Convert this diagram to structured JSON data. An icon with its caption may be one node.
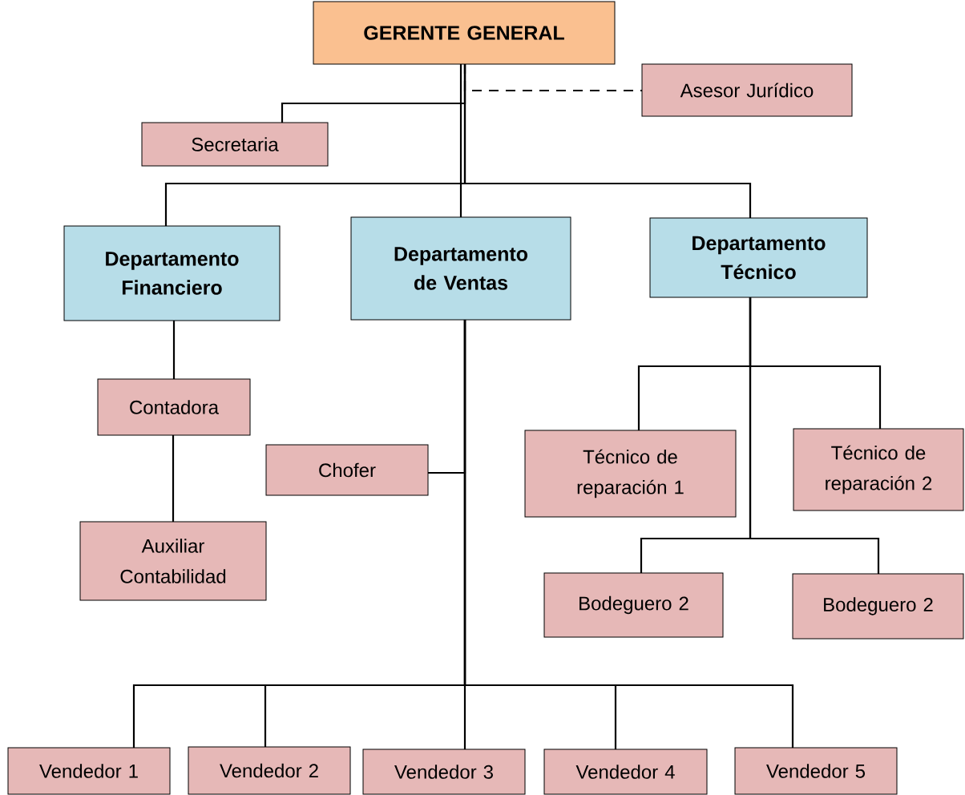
{
  "diagram": {
    "nodes": [
      {
        "text": [
          "GERENTE GENERAL"
        ]
      },
      {
        "text": [
          "Asesor Jurídico"
        ]
      },
      {
        "text": [
          "Secretaria"
        ]
      },
      {
        "text": [
          "Departamento Financiero"
        ]
      },
      {
        "text": [
          "Departamento de Ventas"
        ]
      },
      {
        "text": [
          "Departamento Técnico"
        ]
      },
      {
        "text": [
          "Contadora"
        ]
      },
      {
        "text": [
          "Auxiliar Contabilidad"
        ]
      },
      {
        "text": [
          "Chofer"
        ]
      },
      {
        "text": [
          "Técnico de reparación 1"
        ]
      },
      {
        "text": [
          "Técnico de reparación 2"
        ]
      },
      {
        "text": [
          "Bodeguero 2"
        ]
      },
      {
        "text": [
          "Bodeguero 2"
        ]
      },
      {
        "text": [
          "Vendedor 1"
        ]
      },
      {
        "text": [
          "Vendedor 2"
        ]
      },
      {
        "text": [
          "Vendedor 3"
        ]
      },
      {
        "text": [
          "Vendedor 4"
        ]
      },
      {
        "text": [
          "Vendedor 5"
        ]
      }
    ],
    "edges": [
      {
        "from": 0,
        "to": 1,
        "arrow": "none",
        "style": "dashed"
      },
      {
        "from": 0,
        "to": 2,
        "arrow": "none"
      },
      {
        "from": 0,
        "to": 3,
        "arrow": "none"
      },
      {
        "from": 0,
        "to": 4,
        "arrow": "none"
      },
      {
        "from": 0,
        "to": 5,
        "arrow": "none"
      },
      {
        "from": 3,
        "to": 6,
        "arrow": "none"
      },
      {
        "from": 6,
        "to": 7,
        "arrow": "none"
      },
      {
        "from": 4,
        "to": 8,
        "arrow": "none"
      },
      {
        "from": 5,
        "to": 9,
        "arrow": "none"
      },
      {
        "from": 5,
        "to": 10,
        "arrow": "none"
      },
      {
        "from": 5,
        "to": 11,
        "arrow": "none"
      },
      {
        "from": 5,
        "to": 12,
        "arrow": "none"
      },
      {
        "from": 4,
        "to": 13,
        "arrow": "none"
      },
      {
        "from": 4,
        "to": 14,
        "arrow": "none"
      },
      {
        "from": 4,
        "to": 15,
        "arrow": "none"
      },
      {
        "from": 4,
        "to": 16,
        "arrow": "none"
      },
      {
        "from": 4,
        "to": 17,
        "arrow": "none"
      }
    ]
  }
}
